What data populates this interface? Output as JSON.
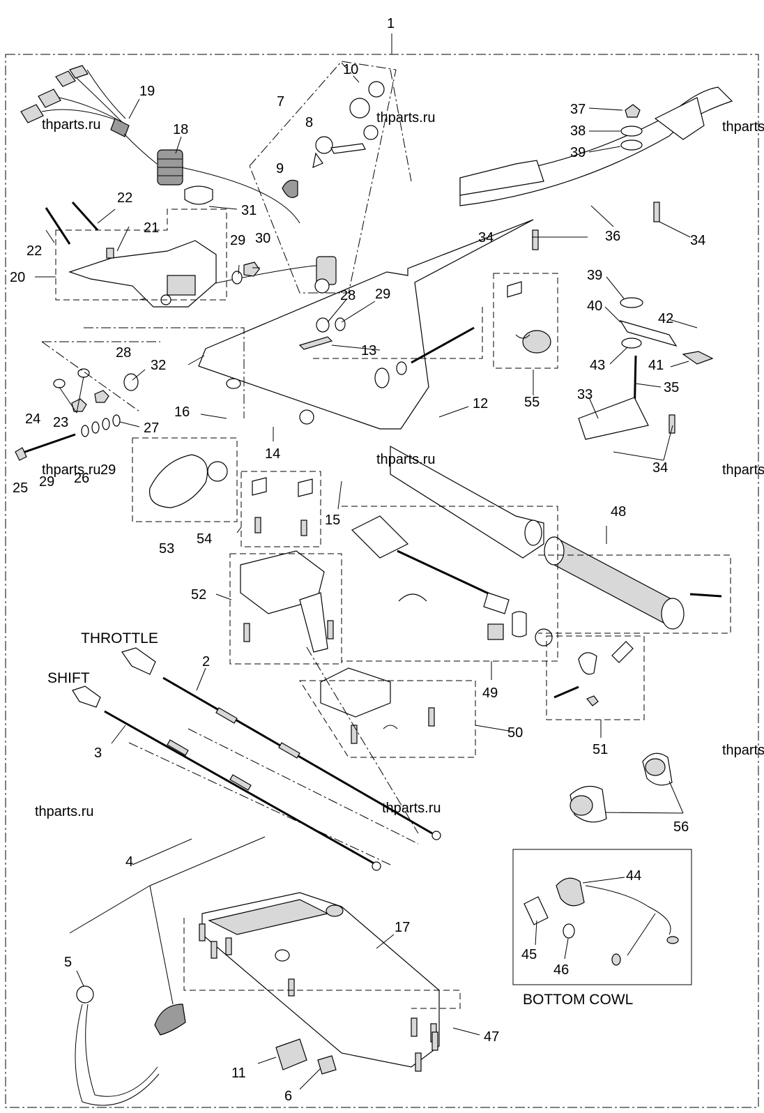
{
  "diagram": {
    "watermark": "thparts.ru",
    "labels": {
      "throttle": "THROTTLE",
      "shift": "SHIFT",
      "bottom_cowl": "BOTTOM COWL"
    },
    "callouts": {
      "c1": "1",
      "c2": "2",
      "c3": "3",
      "c4": "4",
      "c5": "5",
      "c6": "6",
      "c7": "7",
      "c8": "8",
      "c9": "9",
      "c10": "10",
      "c11": "11",
      "c12": "12",
      "c13": "13",
      "c14": "14",
      "c15": "15",
      "c16": "16",
      "c17": "17",
      "c18": "18",
      "c19": "19",
      "c20": "20",
      "c21": "21",
      "c22a": "22",
      "c22b": "22",
      "c23": "23",
      "c24": "24",
      "c25": "25",
      "c26": "26",
      "c27": "27",
      "c28a": "28",
      "c28b": "28",
      "c29a": "29",
      "c29b": "29",
      "c29c": "29",
      "c29d": "29",
      "c30": "30",
      "c31": "31",
      "c32": "32",
      "c33": "33",
      "c34a": "34",
      "c34b": "34",
      "c34c": "34",
      "c35": "35",
      "c36": "36",
      "c37": "37",
      "c38": "38",
      "c39a": "39",
      "c39b": "39",
      "c40": "40",
      "c41": "41",
      "c42": "42",
      "c43": "43",
      "c44": "44",
      "c45": "45",
      "c46": "46",
      "c47": "47",
      "c48": "48",
      "c49": "49",
      "c50": "50",
      "c51": "51",
      "c52": "52",
      "c53": "53",
      "c54": "54",
      "c55": "55",
      "c56": "56"
    },
    "colors": {
      "ink": "#000000",
      "paper": "#ffffff",
      "shade": "#d8d8d8"
    }
  }
}
